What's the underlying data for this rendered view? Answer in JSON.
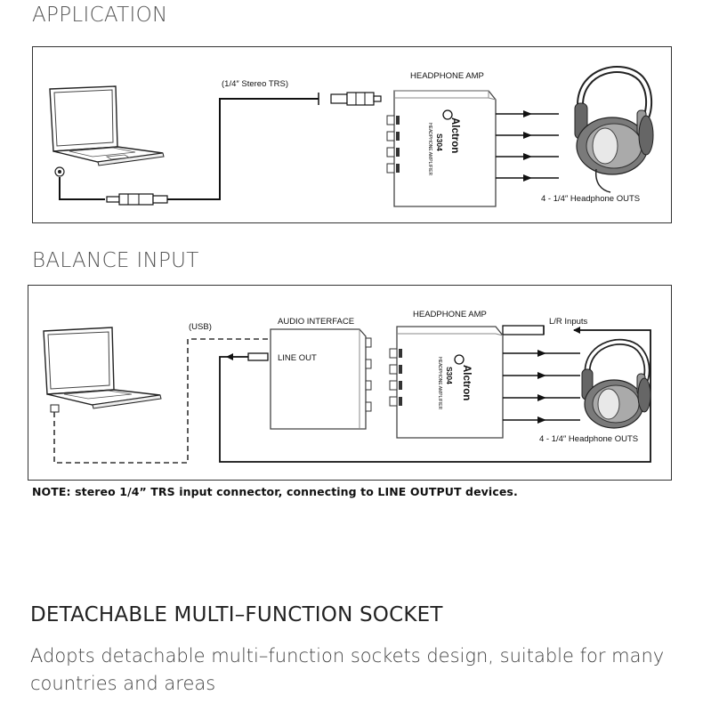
{
  "application": {
    "title": "APPLICATION",
    "cable_label": "(1/4″ Stereo TRS)",
    "amp_label": "HEADPHONE AMP",
    "device": {
      "brand": "Alctron",
      "model": "S304",
      "desc": "HEADPHONE AMPLIFIER"
    },
    "outs_label": "4 - 1/4″  Headphone OUTS"
  },
  "balance": {
    "title": "BALANCE INPUT",
    "usb_label": "(USB)",
    "interface_label": "AUDIO INTERFACE",
    "line_out_label": "LINE OUT",
    "amp_label": "HEADPHONE AMP",
    "lr_label": "L/R Inputs",
    "device": {
      "brand": "Alctron",
      "model": "S304",
      "desc": "HEADPHONE AMPLIFIER"
    },
    "outs_label": "4 - 1/4″  Headphone OUTS"
  },
  "note": "NOTE: stereo 1/4” TRS input connector, connecting to LINE OUTPUT devices.",
  "feature": {
    "title": "DETACHABLE MULTI–FUNCTION SOCKET",
    "description": "Adopts detachable multi–function sockets design, suitable for many countries and areas"
  }
}
